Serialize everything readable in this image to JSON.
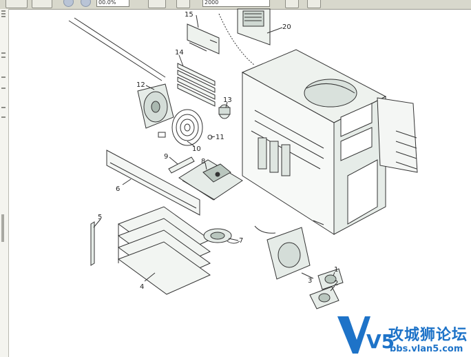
{
  "toolbar": {
    "zoom_value": "00.0%",
    "page_value": "2000",
    "icons": [
      "hand-tool-icon",
      "select-tool-icon",
      "zoom-out-icon",
      "zoom-in-icon",
      "fit-page-icon",
      "download-icon",
      "print-icon",
      "copy-icon"
    ]
  },
  "callouts": {
    "c1": "1",
    "c2": "2",
    "c3": "3",
    "c4": "4",
    "c5": "5",
    "c6": "6",
    "c7": "7",
    "c8": "8",
    "c9": "9",
    "c10": "10",
    "c11": "11",
    "c12": "12",
    "c13": "13",
    "c14": "14",
    "c15": "15",
    "c20": "20"
  },
  "watermark": {
    "title": "攻城狮论坛",
    "url": "bbs.vlan5.com",
    "logo_text": "V5"
  },
  "colors": {
    "toolbar_bg": "#d8d8cc",
    "line": "#333333",
    "part_fill": "#e6ece8",
    "watermark_blue": "#1e73c8"
  }
}
